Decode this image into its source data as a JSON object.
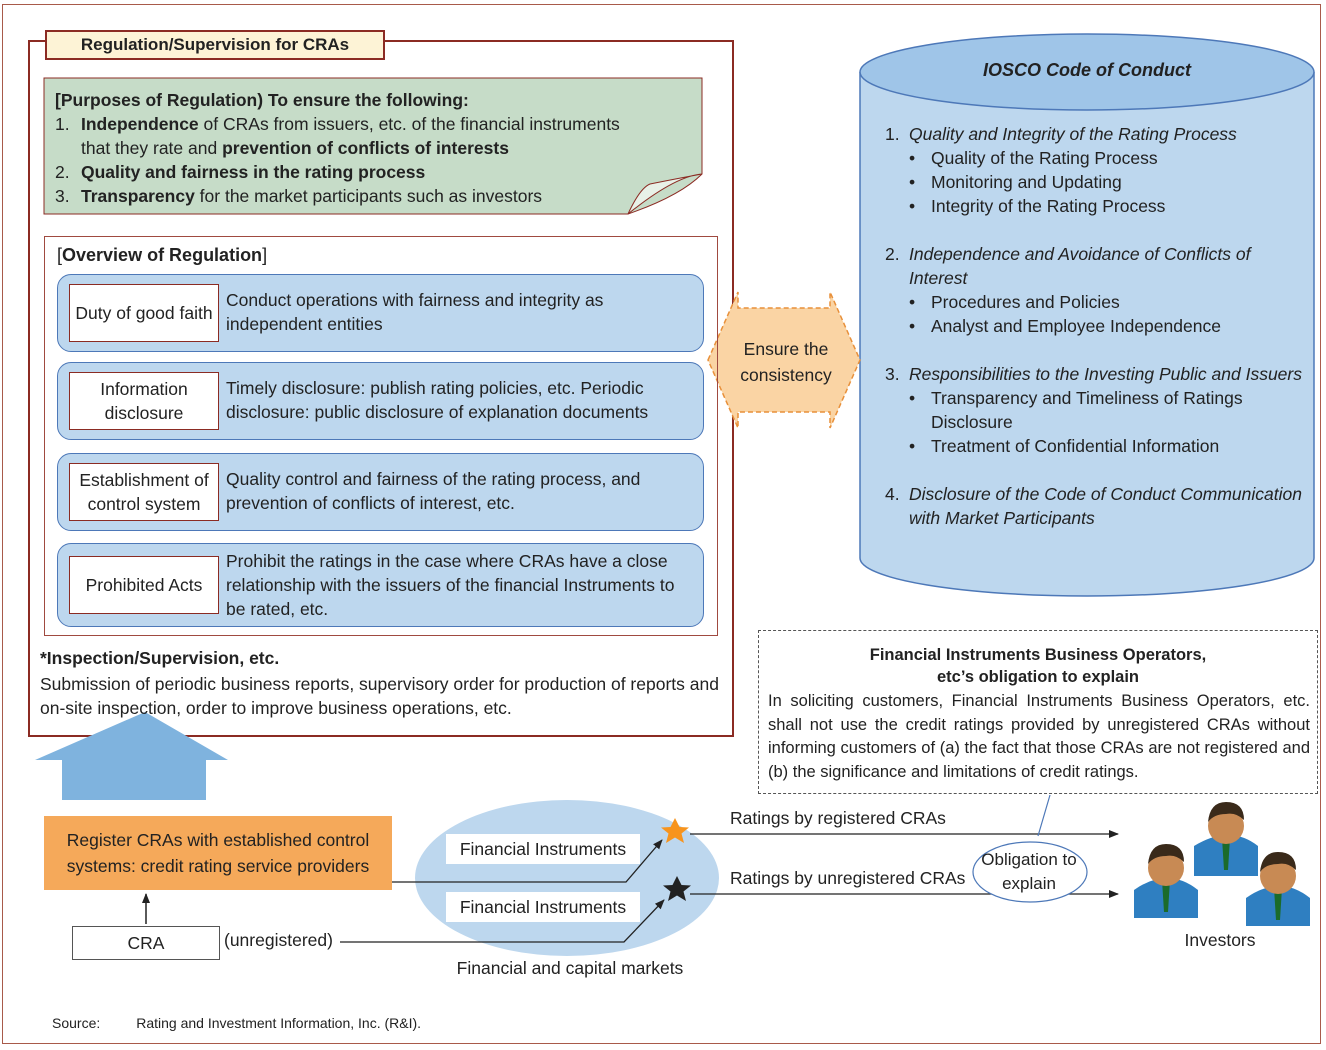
{
  "regulation": {
    "title": "Regulation/Supervision for CRAs",
    "purposes": {
      "heading": "[Purposes of Regulation) To ensure the following:",
      "items": [
        {
          "num": "1.",
          "bold": "Independence",
          "text": " of CRAs from issuers, etc. of the financial instruments",
          "line2_prefix": "that they rate and ",
          "line2_bold": "prevention of conflicts of interests"
        },
        {
          "num": "2.",
          "bold": "Quality and fairness in the rating process",
          "text": ""
        },
        {
          "num": "3.",
          "bold": "Transparency",
          "text": " for the market participants such as investors"
        }
      ]
    },
    "overview": {
      "heading_bracket_open": "[",
      "heading": "Overview of Regulation",
      "heading_bracket_close": "]",
      "rows": [
        {
          "label": "Duty of good faith",
          "desc": "Conduct operations with fairness and integrity as independent entities"
        },
        {
          "label": "Information disclosure",
          "desc": "Timely disclosure: publish rating policies, etc. Periodic disclosure: public disclosure of explanation documents"
        },
        {
          "label": "Establishment of control system",
          "desc": "Quality control and fairness of the rating process, and prevention of conflicts of interest, etc."
        },
        {
          "label": "Prohibited Acts",
          "desc": "Prohibit the ratings in the case where CRAs have a close relationship with the issuers of the financial Instruments to be rated, etc."
        }
      ]
    },
    "inspection": {
      "title": "*Inspection/Supervision, etc.",
      "body": "Submission of periodic business reports, supervisory order for production of reports and on-site inspection, order to improve business operations, etc."
    }
  },
  "consistency": {
    "line1": "Ensure the",
    "line2": "consistency"
  },
  "iosco": {
    "title": "IOSCO Code of Conduct",
    "sections": [
      {
        "num": "1.",
        "heading": "Quality and Integrity of the Rating Process",
        "bullets": [
          "Quality of the Rating Process",
          "Monitoring and Updating",
          "Integrity of the Rating Process"
        ]
      },
      {
        "num": "2.",
        "heading": "Independence and Avoidance of Conflicts of Interest",
        "bullets": [
          "Procedures and Policies",
          "Analyst and Employee Independence"
        ]
      },
      {
        "num": "3.",
        "heading": "Responsibilities to the Investing Public and Issuers",
        "bullets": [
          "Transparency and Timeliness of Ratings Disclosure",
          "Treatment of Confidential Information"
        ]
      },
      {
        "num": "4.",
        "heading": "Disclosure of the Code of Conduct Communication with Market Participants",
        "bullets": []
      }
    ]
  },
  "operators": {
    "title_line1": "Financial Instruments Business Operators,",
    "title_line2": "etc’s obligation to explain",
    "body": "In soliciting customers, Financial Instruments Business Operators, etc. shall not use the credit ratings provided by unregistered CRAs without informing customers of (a) the fact that those CRAs are not registered and (b) the significance and limitations of credit ratings."
  },
  "flow": {
    "register": "Register CRAs with established control systems: credit rating service providers",
    "cra": "CRA",
    "unregistered": "(unregistered)",
    "fi_top": "Financial Instruments",
    "fi_bottom": "Financial Instruments",
    "markets": "Financial and capital markets",
    "ratings_registered": "Ratings by registered CRAs",
    "ratings_unregistered": "Ratings by unregistered CRAs",
    "obligation_line1": "Obligation to",
    "obligation_line2": "explain",
    "investors": "Investors"
  },
  "source": {
    "label": "Source:",
    "text": "Rating and Investment Information, Inc. (R&I)."
  },
  "colors": {
    "frame": "#8b2b23",
    "purpose_fill": "#c6dcc8",
    "blue_fill": "#bdd7ee",
    "blue_stroke": "#4d78b8",
    "orange": "#f5a95a",
    "star_registered": "#f7941d",
    "arrow_blue": "#7fb3de"
  }
}
